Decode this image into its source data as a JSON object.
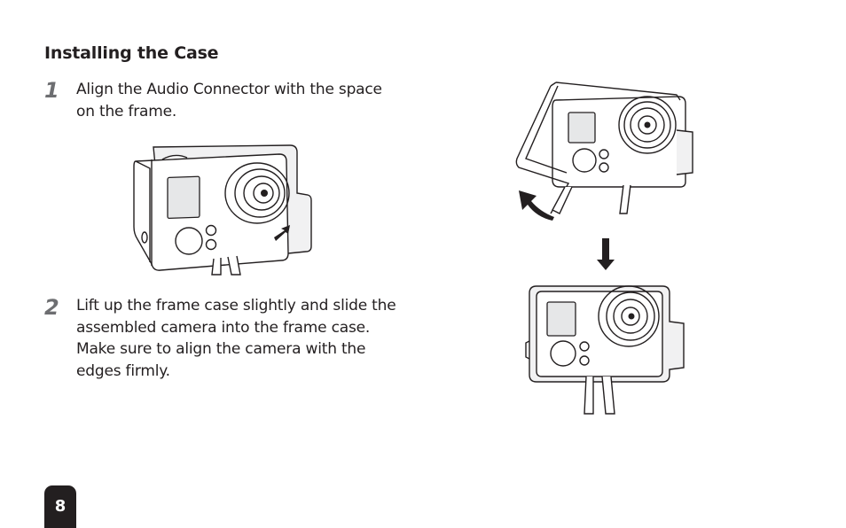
{
  "section": {
    "title": "Installing the Case"
  },
  "steps": [
    {
      "number": "1",
      "text": "Align the Audio Connector with the space on the frame."
    },
    {
      "number": "2",
      "text": "Lift up the frame case slightly and slide the assembled camera into the frame case. Make sure to align the camera with the edges firmly."
    }
  ],
  "page": {
    "number": "8"
  },
  "icons": [
    "camera-illustration",
    "frame-illustration",
    "curved-arrow-icon",
    "down-arrow-icon",
    "right-arrow-icon"
  ]
}
